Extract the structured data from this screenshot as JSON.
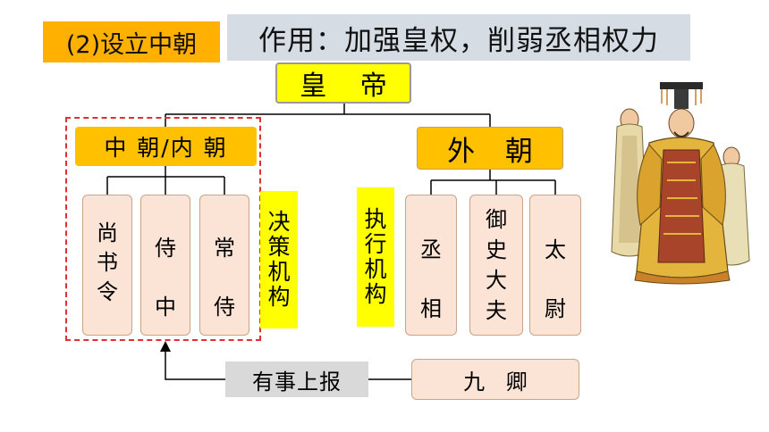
{
  "header": {
    "section_tag": "(2)设立中朝",
    "headline": "作用：加强皇权，削弱丞相权力"
  },
  "emperor": {
    "label": "皇 帝"
  },
  "inner_court": {
    "label": "中 朝/内 朝",
    "offices": [
      {
        "chars": [
          "尚",
          "书",
          "令"
        ]
      },
      {
        "chars": [
          "侍",
          "中"
        ]
      },
      {
        "chars": [
          "常",
          "侍"
        ]
      }
    ],
    "role_chars": [
      "决",
      "策",
      "机",
      "构"
    ]
  },
  "outer_court": {
    "label": "外 朝",
    "offices": [
      {
        "chars": [
          "丞",
          "相"
        ]
      },
      {
        "chars": [
          "御",
          "史",
          "大",
          "夫"
        ]
      },
      {
        "chars": [
          "太",
          "尉"
        ]
      }
    ],
    "role_chars": [
      "执",
      "行",
      "机",
      "构"
    ]
  },
  "report": {
    "label": "有事上报"
  },
  "nine_ministers": {
    "label": "九 卿"
  },
  "colors": {
    "tag": "#ffb000",
    "headline_bg": "#d5dce4",
    "emperor_bg": "#ffff00",
    "court_bg": "#ffc000",
    "office_bg": "#fbe4d5",
    "dashed_border": "#e03030",
    "report_bg": "#d9d9d9"
  }
}
